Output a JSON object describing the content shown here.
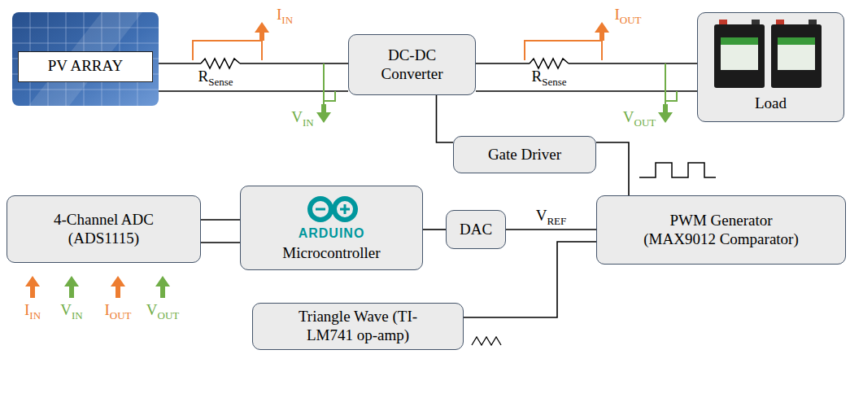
{
  "diagram": {
    "nodes": [
      {
        "text": [
          "PV ARRAY"
        ]
      },
      {
        "text": [
          "DC-DC Converter"
        ]
      },
      {
        "text": [
          "Load"
        ]
      },
      {
        "text": [
          "Gate Driver"
        ]
      },
      {
        "text": [
          "PWM Generator (MAX9012 Comparator)"
        ]
      },
      {
        "text": [
          "4-Channel ADC (ADS1115)"
        ]
      },
      {
        "text": [
          "ARDUINO",
          "Microcontroller"
        ]
      },
      {
        "text": [
          "DAC"
        ]
      },
      {
        "text": [
          "Triangle Wave (TI-LM741 op-amp)"
        ]
      }
    ],
    "edges": [
      {
        "from": 0,
        "to": 1,
        "arrow": "none"
      },
      {
        "from": 1,
        "to": 2,
        "arrow": "none"
      },
      {
        "from": 1,
        "to": 3,
        "arrow": "none"
      },
      {
        "from": 3,
        "to": 4,
        "arrow": "none"
      },
      {
        "from": 5,
        "to": 6,
        "arrow": "none"
      },
      {
        "from": 6,
        "to": 7,
        "arrow": "none"
      },
      {
        "from": 7,
        "to": 4,
        "label": "VREF",
        "arrow": "none"
      },
      {
        "from": 8,
        "to": 4,
        "arrow": "none"
      }
    ],
    "labels": [
      "IIN",
      "RSense",
      "VIN",
      "IOUT",
      "RSense",
      "VOUT",
      "IIN",
      "VIN",
      "IOUT",
      "VOUT"
    ]
  }
}
